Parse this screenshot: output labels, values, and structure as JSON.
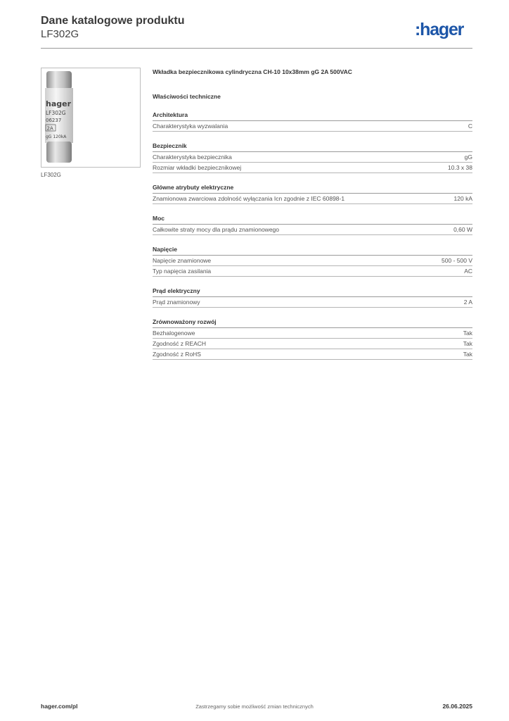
{
  "header": {
    "title": "Dane katalogowe produktu",
    "code": "LF302G",
    "logo_text": ":hager",
    "brand_color": "#1d56a8"
  },
  "image": {
    "caption": "LF302G",
    "fuse_label": {
      "brand": "hager",
      "code": "LF302G",
      "ean": "06237",
      "rating": "2A",
      "marking": "gG 120kA"
    }
  },
  "product": {
    "title": "Wkładka bezpiecznikowa cylindryczna CH-10 10x38mm gG 2A 500VAC",
    "section_title": "Właściwości techniczne",
    "groups": [
      {
        "title": "Architektura",
        "rows": [
          {
            "label": "Charakterystyka wyzwalania",
            "value": "C"
          }
        ]
      },
      {
        "title": "Bezpiecznik",
        "rows": [
          {
            "label": "Charakterystyka bezpiecznika",
            "value": "gG"
          },
          {
            "label": "Rozmiar wkładki bezpiecznikowej",
            "value": "10.3 x 38"
          }
        ]
      },
      {
        "title": "Główne atrybuty elektryczne",
        "rows": [
          {
            "label": "Znamionowa zwarciowa zdolność wyłączania Icn zgodnie z IEC 60898-1",
            "value": "120 kA"
          }
        ]
      },
      {
        "title": "Moc",
        "rows": [
          {
            "label": "Całkowite straty mocy dla prądu znamionowego",
            "value": "0,60 W"
          }
        ]
      },
      {
        "title": "Napięcie",
        "rows": [
          {
            "label": "Napięcie znamionowe",
            "value": "500 - 500 V"
          },
          {
            "label": "Typ napięcia zasilania",
            "value": "AC"
          }
        ]
      },
      {
        "title": "Prąd elektryczny",
        "rows": [
          {
            "label": "Prąd znamionowy",
            "value": "2 A"
          }
        ]
      },
      {
        "title": "Zrównoważony rozwój",
        "rows": [
          {
            "label": "Bezhalogenowe",
            "value": "Tak"
          },
          {
            "label": "Zgodność z REACH",
            "value": "Tak"
          },
          {
            "label": "Zgodność z RoHS",
            "value": "Tak"
          }
        ]
      }
    ]
  },
  "footer": {
    "website": "hager.com/pl",
    "notice": "Zastrzegamy sobie możliwość zmian technicznych",
    "date": "26.06.2025"
  }
}
